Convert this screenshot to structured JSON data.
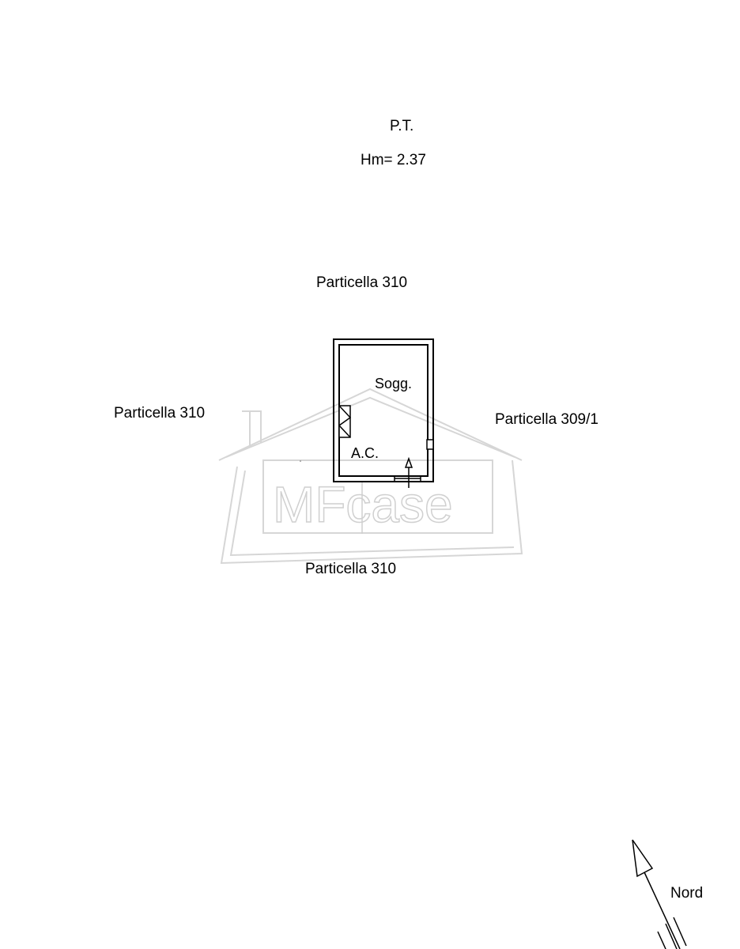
{
  "plan": {
    "level": "P.T.",
    "height": "Hm= 2.37",
    "rooms": {
      "sogg": "Sogg.",
      "ac": "A.C."
    },
    "parcels": {
      "top": "Particella 310",
      "left": "Particella 310",
      "right": "Particella 309/1",
      "bottom": "Particella 310"
    },
    "north": "Nord"
  },
  "watermark": {
    "text": "MFcase"
  }
}
